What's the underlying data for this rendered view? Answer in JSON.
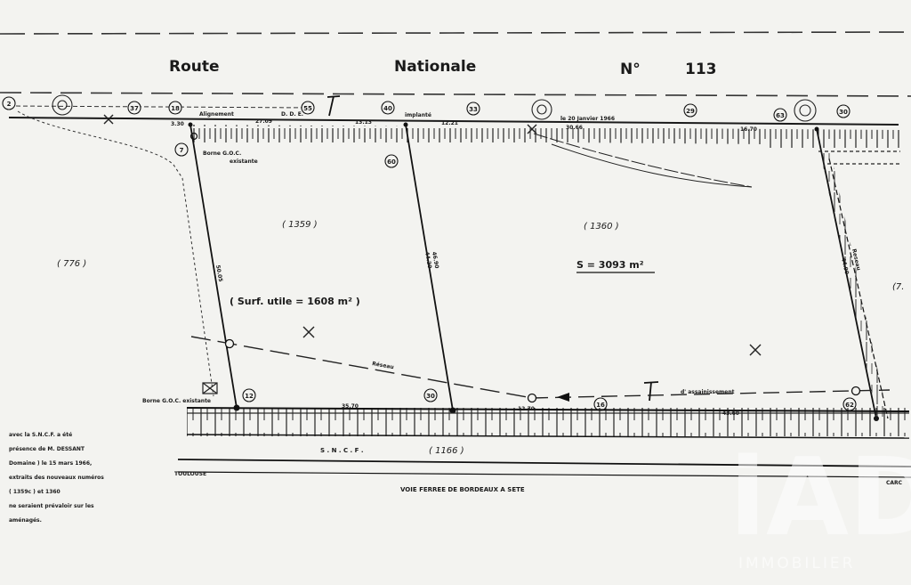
{
  "road": {
    "w1": "Route",
    "w2": "Nationale",
    "w3": "N°",
    "w4": "113"
  },
  "top": {
    "alignement": "Alignement",
    "dde": "D. D. E.",
    "implante": "implanté",
    "date": "le    20  Janvier  1966",
    "d1": "3.30",
    "d2": "27.09",
    "d3": "13.13",
    "d4": "12.21",
    "d5": "30.66",
    "d6": "16.70"
  },
  "markers": {
    "m2": "2",
    "m37": "37",
    "m18": "18",
    "m55": "55",
    "m40": "40",
    "m33": "33",
    "m29": "29",
    "m63": "63",
    "m30": "30",
    "m7": "7",
    "m60": "60",
    "m12": "12",
    "m30b": "30",
    "m16": "16",
    "m62": "62"
  },
  "borne_top": {
    "line1": "Borne G.O.C.",
    "line2": "existante"
  },
  "borne_bottom": "Borne G.O.C. existante",
  "parcels": {
    "p776": "( 776 )",
    "p1359": "( 1359 )",
    "p1360": "( 1360 )",
    "p7": "(7.",
    "p1166": "( 1166 )"
  },
  "surf_utile": "( Surf. utile  =  1608 m² )",
  "surface": "S = 3093 m²",
  "side_dims": {
    "left": "50.05",
    "mid1": "46.90",
    "mid2": "44.20",
    "right1": "Reseau",
    "right2": "44.90"
  },
  "network": {
    "reseau": "Réseau",
    "assain": "d'  assainissement"
  },
  "bottom_dims": {
    "b1": "35.70",
    "b2": "12.70",
    "b3": "43.60"
  },
  "sncf": "S . N . C . F .",
  "toulouse": "TOULOUSE",
  "voie": "VOIE    FERREE    DE    BORDEAUX    A    SETE",
  "carc": "CARC",
  "note": [
    "avec  la  S.N.C.F.  a  été",
    "présence  de  M.  DESSANT",
    "Domaine )  le  15  mars  1966,",
    "extraits  des  nouveaux  numéros",
    "( 1359c  )   et  1360",
    "ne  seraient  prévaloir  sur  les",
    "aménagés."
  ],
  "watermark": {
    "logo": "iAD",
    "sub": "IMMOBILIER"
  }
}
